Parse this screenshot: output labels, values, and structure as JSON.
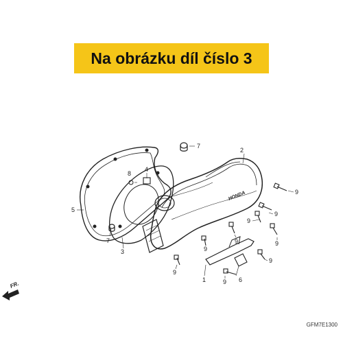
{
  "banner": {
    "text": "Na obrázku díl číslo 3"
  },
  "callouts": {
    "p1": "1",
    "p2": "2",
    "p3": "3",
    "p4": "4",
    "p5": "5",
    "p6": "6",
    "p7a": "7",
    "p7b": "7",
    "p8": "8",
    "p9a": "9",
    "p9b": "9",
    "p9c": "9",
    "p9d": "9",
    "p9e": "9",
    "p9f": "9",
    "p9g": "9",
    "p9h": "9",
    "p9i": "9"
  },
  "front_marker": "FR.",
  "brand_mark": "HONDA",
  "diagram_code": "GFM7E1300",
  "icons": {
    "front_arrow": "arrow-left-icon"
  },
  "colors": {
    "banner": "#f5c518",
    "line": "#222222"
  }
}
